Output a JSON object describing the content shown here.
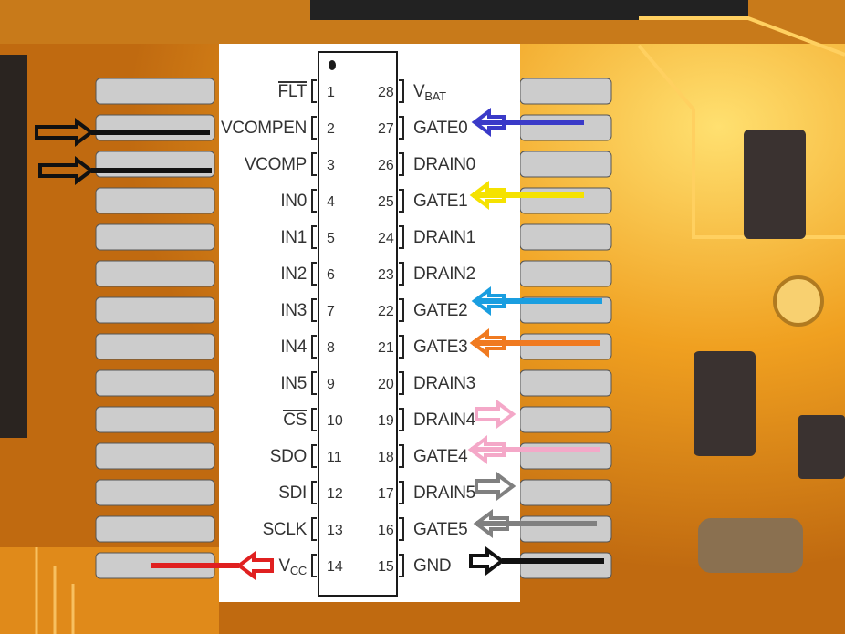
{
  "pins_left": [
    {
      "num": "1",
      "label": "FLT",
      "overline": true
    },
    {
      "num": "2",
      "label": "VCOMPEN"
    },
    {
      "num": "3",
      "label": "VCOMP"
    },
    {
      "num": "4",
      "label": "IN0"
    },
    {
      "num": "5",
      "label": "IN1"
    },
    {
      "num": "6",
      "label": "IN2"
    },
    {
      "num": "7",
      "label": "IN3"
    },
    {
      "num": "8",
      "label": "IN4"
    },
    {
      "num": "9",
      "label": "IN5"
    },
    {
      "num": "10",
      "label": "CS",
      "overline": true
    },
    {
      "num": "11",
      "label": "SDO"
    },
    {
      "num": "12",
      "label": "SDI"
    },
    {
      "num": "13",
      "label": "SCLK"
    },
    {
      "num": "14",
      "label": "V",
      "sub": "CC"
    }
  ],
  "pins_right": [
    {
      "num": "28",
      "label": "V",
      "sub": "BAT"
    },
    {
      "num": "27",
      "label": "GATE0"
    },
    {
      "num": "26",
      "label": "DRAIN0"
    },
    {
      "num": "25",
      "label": "GATE1"
    },
    {
      "num": "24",
      "label": "DRAIN1"
    },
    {
      "num": "23",
      "label": "DRAIN2"
    },
    {
      "num": "22",
      "label": "GATE2"
    },
    {
      "num": "21",
      "label": "GATE3"
    },
    {
      "num": "20",
      "label": "DRAIN3"
    },
    {
      "num": "19",
      "label": "DRAIN4"
    },
    {
      "num": "18",
      "label": "GATE4"
    },
    {
      "num": "17",
      "label": "DRAIN5"
    },
    {
      "num": "16",
      "label": "GATE5"
    },
    {
      "num": "15",
      "label": "GND"
    }
  ],
  "arrow_colors": {
    "vcompen": "#111111",
    "vcomp": "#111111",
    "vcc": "#e02020",
    "gate0": "#3a3ac8",
    "gate1": "#f5e200",
    "gate2": "#1a9ee0",
    "gate3": "#f07a20",
    "drain4": "#f4a8c8",
    "gate4": "#f4a8c8",
    "drain5": "#808080",
    "gate5": "#808080",
    "gnd": "#111111"
  },
  "photo_colors": {
    "board": "#e08a1a",
    "glow": "#ffc23a",
    "dark": "#2a2420"
  }
}
